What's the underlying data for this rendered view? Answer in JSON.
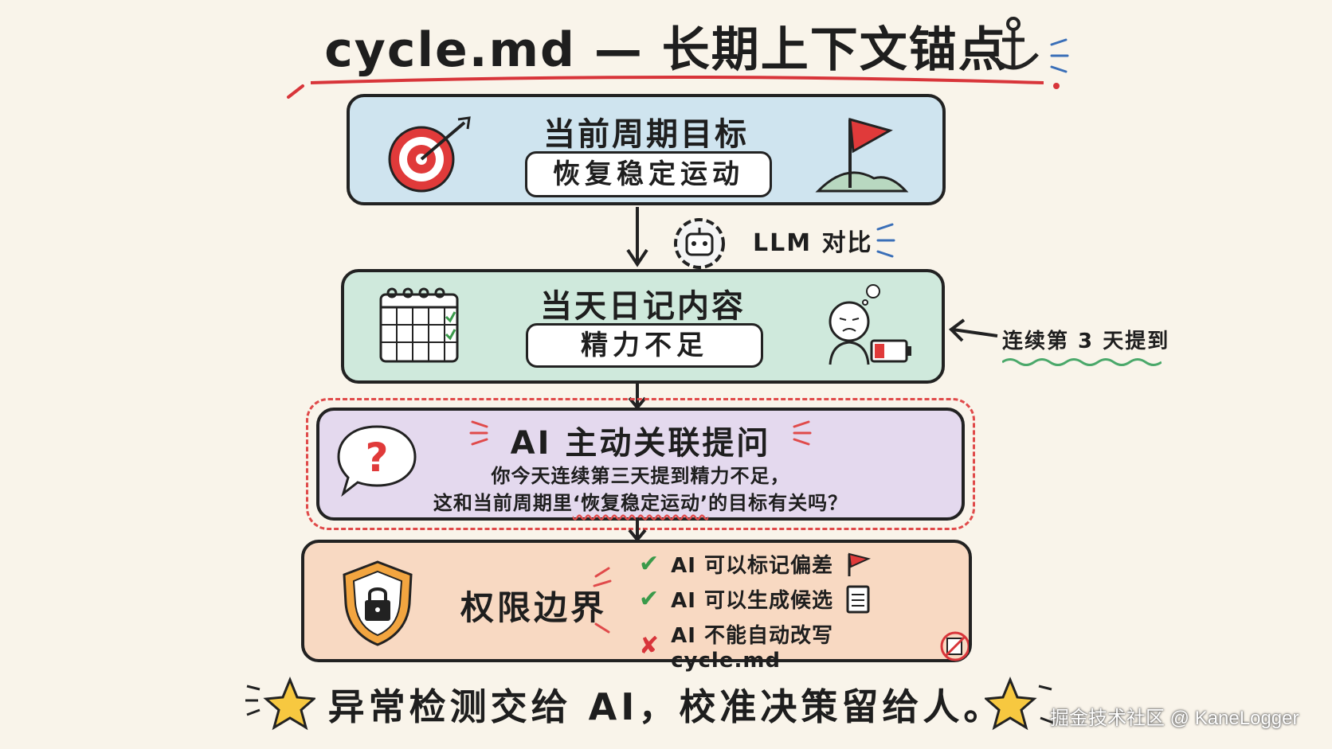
{
  "title": "cycle.md — 长期上下文锚点",
  "goal_box": {
    "title": "当前周期目标",
    "value": "恢复稳定运动"
  },
  "llm_label": "LLM 对比",
  "diary_box": {
    "title": "当天日记内容",
    "value": "精力不足",
    "side_note": "连续第 3 天提到"
  },
  "ai_box": {
    "title": "AI 主动关联提问",
    "line1": "你今天连续第三天提到精力不足，",
    "line2_before": "这和当前周期里",
    "line2_highlight": "‘恢复稳定运动’",
    "line2_after": "的目标有关吗？"
  },
  "permission_box": {
    "title": "权限边界",
    "items": [
      {
        "mark": "✔",
        "text": "AI 可以标记偏差",
        "allowed": true
      },
      {
        "mark": "✔",
        "text": "AI 可以生成候选",
        "allowed": true
      },
      {
        "mark": "✘",
        "text": "AI 不能自动改写 cycle.md",
        "allowed": false
      }
    ]
  },
  "footer": "异常检测交给 AI，校准决策留给人。",
  "watermark": "掘金技术社区 @ KaneLogger",
  "colors": {
    "background": "#f9f4ea",
    "goal_box": "#cfe4ef",
    "diary_box": "#cfe9dc",
    "ai_box": "#e4d9ee",
    "permission_box": "#f8d9c2",
    "accent_red": "#e04a4a",
    "check_green": "#3a9a4a"
  },
  "icons": [
    "target-icon",
    "flag-icon",
    "robot-gear-icon",
    "calendar-icon",
    "tired-person-icon",
    "low-battery-icon",
    "question-bubble-icon",
    "shield-lock-icon",
    "document-icon",
    "no-edit-icon",
    "star-icon",
    "anchor-icon"
  ]
}
